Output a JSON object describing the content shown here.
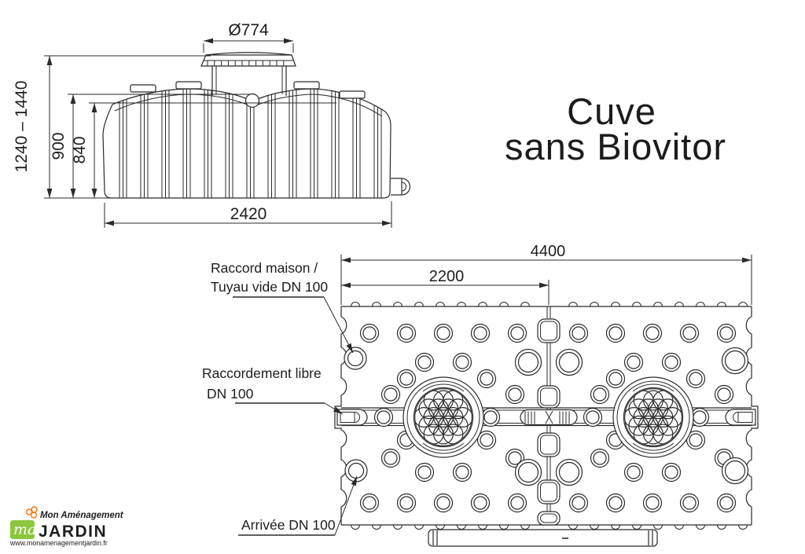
{
  "title": {
    "line1": "Cuve",
    "line2": "sans Biovitor"
  },
  "side_view": {
    "dim_diameter": "Ø774",
    "dim_total_height": "1240 – 1440",
    "dim_height_inner": "900",
    "dim_height_body": "840",
    "dim_width": "2420"
  },
  "top_view": {
    "dim_total_length": "4400",
    "dim_half_length": "2200",
    "labels": {
      "raccord_line1": "Raccord maison /",
      "raccord_line2": "Tuyau vide DN 100",
      "libre_line1": "Raccordement libre",
      "libre_line2": "DN 100",
      "arrivee": "Arrivée DN 100"
    }
  },
  "logo": {
    "brand_top": "Mon Aménagement",
    "brand_main": "JARDIN",
    "url": "www.monamenagementjardin.fr",
    "monogram": "ma",
    "colors": {
      "green": "#8CC63E",
      "orange": "#F0821E",
      "red": "#E8511C"
    }
  }
}
